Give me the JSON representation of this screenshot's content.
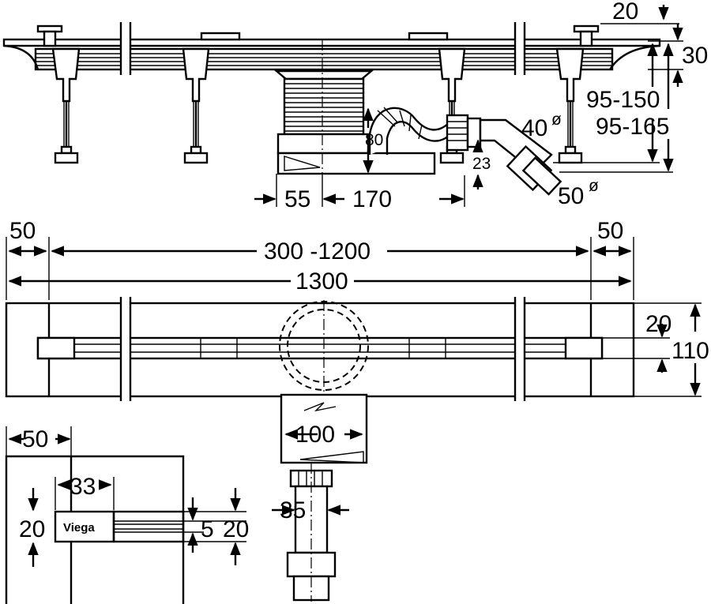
{
  "dimensions": {
    "d20_top": "20",
    "d30": "30",
    "d95_150": "95-150",
    "d95_165": "95-165",
    "d40": "40",
    "d50_outlet": "50",
    "dia": "ø",
    "d80": "80",
    "d23": "23",
    "d55": "55",
    "d170": "170",
    "d50_left": "50",
    "d300_1200": "300 -1200",
    "d50_right": "50",
    "d1300": "1300",
    "d20_plan": "20",
    "d110": "110",
    "d100": "100",
    "d35": "35",
    "d50_detail": "50",
    "d33": "33",
    "d20_detail_left": "20",
    "d5": "5",
    "d20_detail_right": "20"
  },
  "brand_label": "Viega"
}
